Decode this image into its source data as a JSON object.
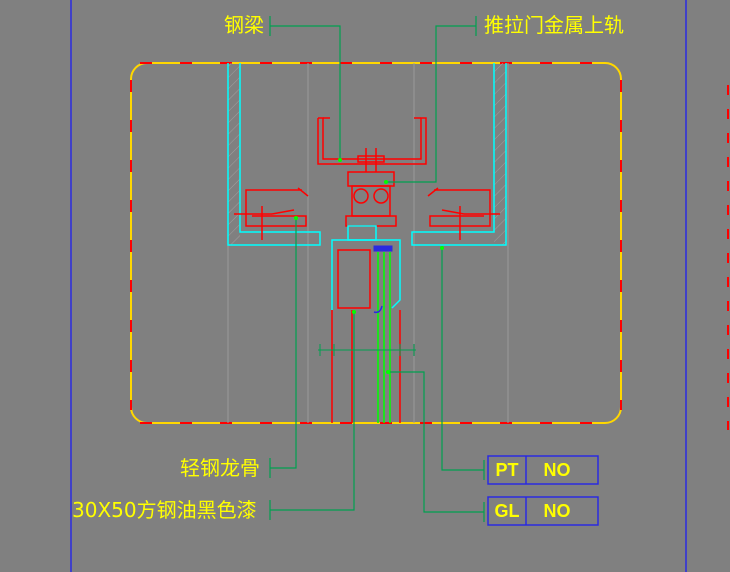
{
  "labels": {
    "steel_beam": "钢梁",
    "sliding_door_rail": "推拉门金属上轨",
    "light_steel_keel": "轻钢龙骨",
    "square_steel": "30X50方钢油黑色漆"
  },
  "tags": [
    {
      "code": "PT",
      "value": "NO"
    },
    {
      "code": "GL",
      "value": "NO"
    }
  ],
  "colors": {
    "background": "#808080",
    "text": "#ffff00",
    "leader": "#00a050",
    "frame": "#ffd700",
    "section_red": "#ff0000",
    "section_cyan": "#00ffff",
    "border_blue": "#0000cc"
  }
}
